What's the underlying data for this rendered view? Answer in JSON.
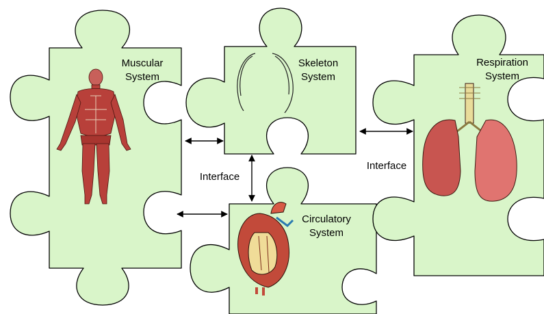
{
  "pieces": {
    "muscular": {
      "line1": "Muscular",
      "line2": "System"
    },
    "skeleton": {
      "line1": "Skeleton",
      "line2": "System"
    },
    "respiration": {
      "line1": "Respiration",
      "line2": "System"
    },
    "circulatory": {
      "line1": "Circulatory",
      "line2": "System"
    }
  },
  "interfaces": {
    "left": "Interface",
    "right": "Interface"
  },
  "colors": {
    "piece_fill": "#d9f5c9",
    "outline": "#000000",
    "muscle": "#b8403a",
    "lung": "#d8635f",
    "trachea": "#e9dc9a",
    "heart": "#c24a3a"
  },
  "icons": {
    "muscular": "human-muscle-anatomy-icon",
    "skeleton": "rib-cage-outline-icon",
    "respiration": "lungs-icon",
    "circulatory": "heart-anatomy-icon"
  }
}
